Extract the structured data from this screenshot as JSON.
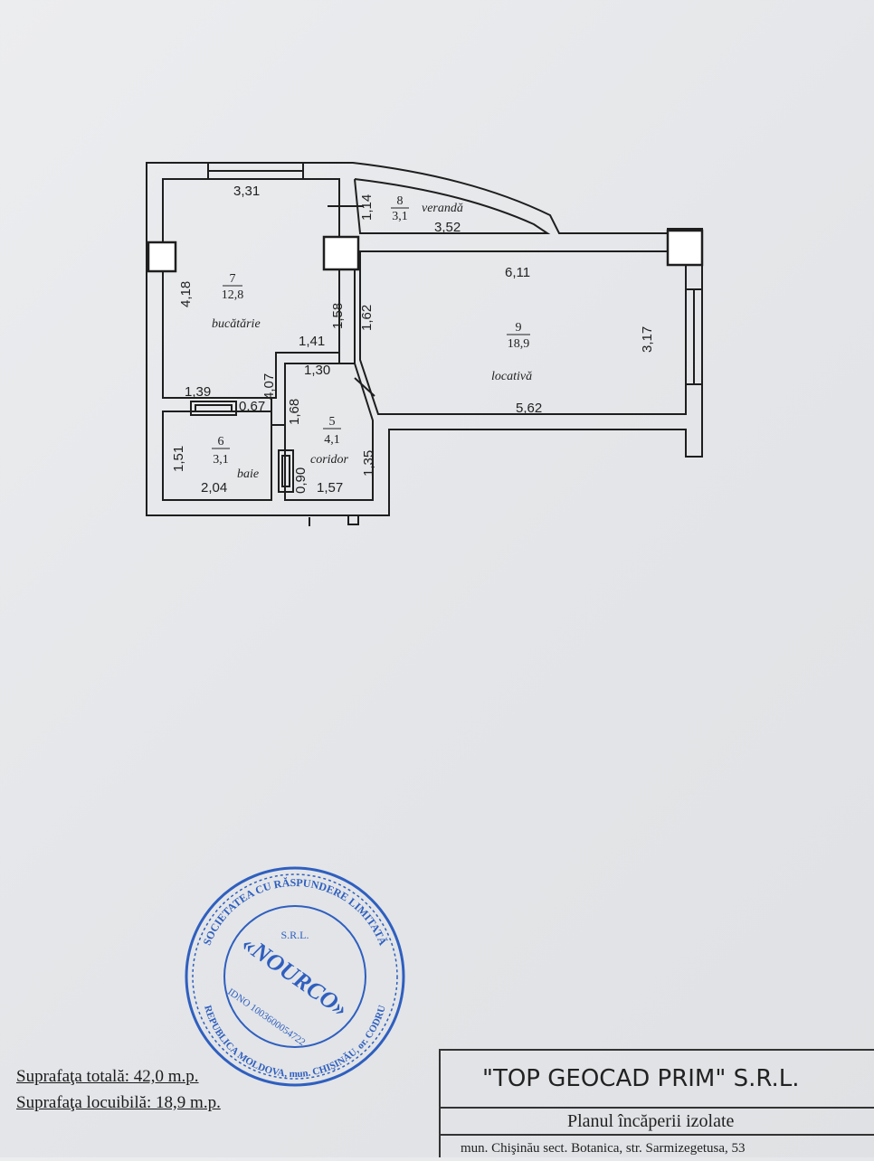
{
  "floor_plan": {
    "dimensions": [
      "3,31",
      "1,14",
      "3,52",
      "4,18",
      "1,58",
      "1,62",
      "6,11",
      "3,17",
      "1,41",
      "1,30",
      "4,07",
      "1,39",
      "0,67",
      "1,68",
      "5,62",
      "1,51",
      "1,35",
      "0,90",
      "1,57",
      "2,04"
    ],
    "rooms": [
      {
        "number": "7",
        "area": "12,8",
        "name": "bucătărie"
      },
      {
        "number": "8",
        "area": "3,1",
        "name": "verandă"
      },
      {
        "number": "9",
        "area": "18,9",
        "name": "locativă"
      },
      {
        "number": "5",
        "area": "4,1",
        "name": "coridor"
      },
      {
        "number": "6",
        "area": "3,1",
        "name": "baie"
      }
    ]
  },
  "stamp": {
    "outer_text": "SOCIETATEA CU RĂSPUNDERE LIMITATĂ",
    "lower_text": "REPUBLICA MOLDOVA, mun. CHIŞINĂU, or. CODRU",
    "inner_top": "S.R.L.",
    "company": "«NOURCO»",
    "idno": "IDNO 1003600054722",
    "color": "#2f5fbf"
  },
  "summary": {
    "total_area": "Suprafaţa totală: 42,0 m.p.",
    "living_area": "Suprafaţa locuibilă: 18,9 m.p."
  },
  "title_block": {
    "company": "\"TOP GEOCAD PRIM\" S.R.L.",
    "title": "Planul încăperii izolate",
    "address": "mun. Chişinău sect. Botanica, str. Sarmizegetusa, 53"
  }
}
